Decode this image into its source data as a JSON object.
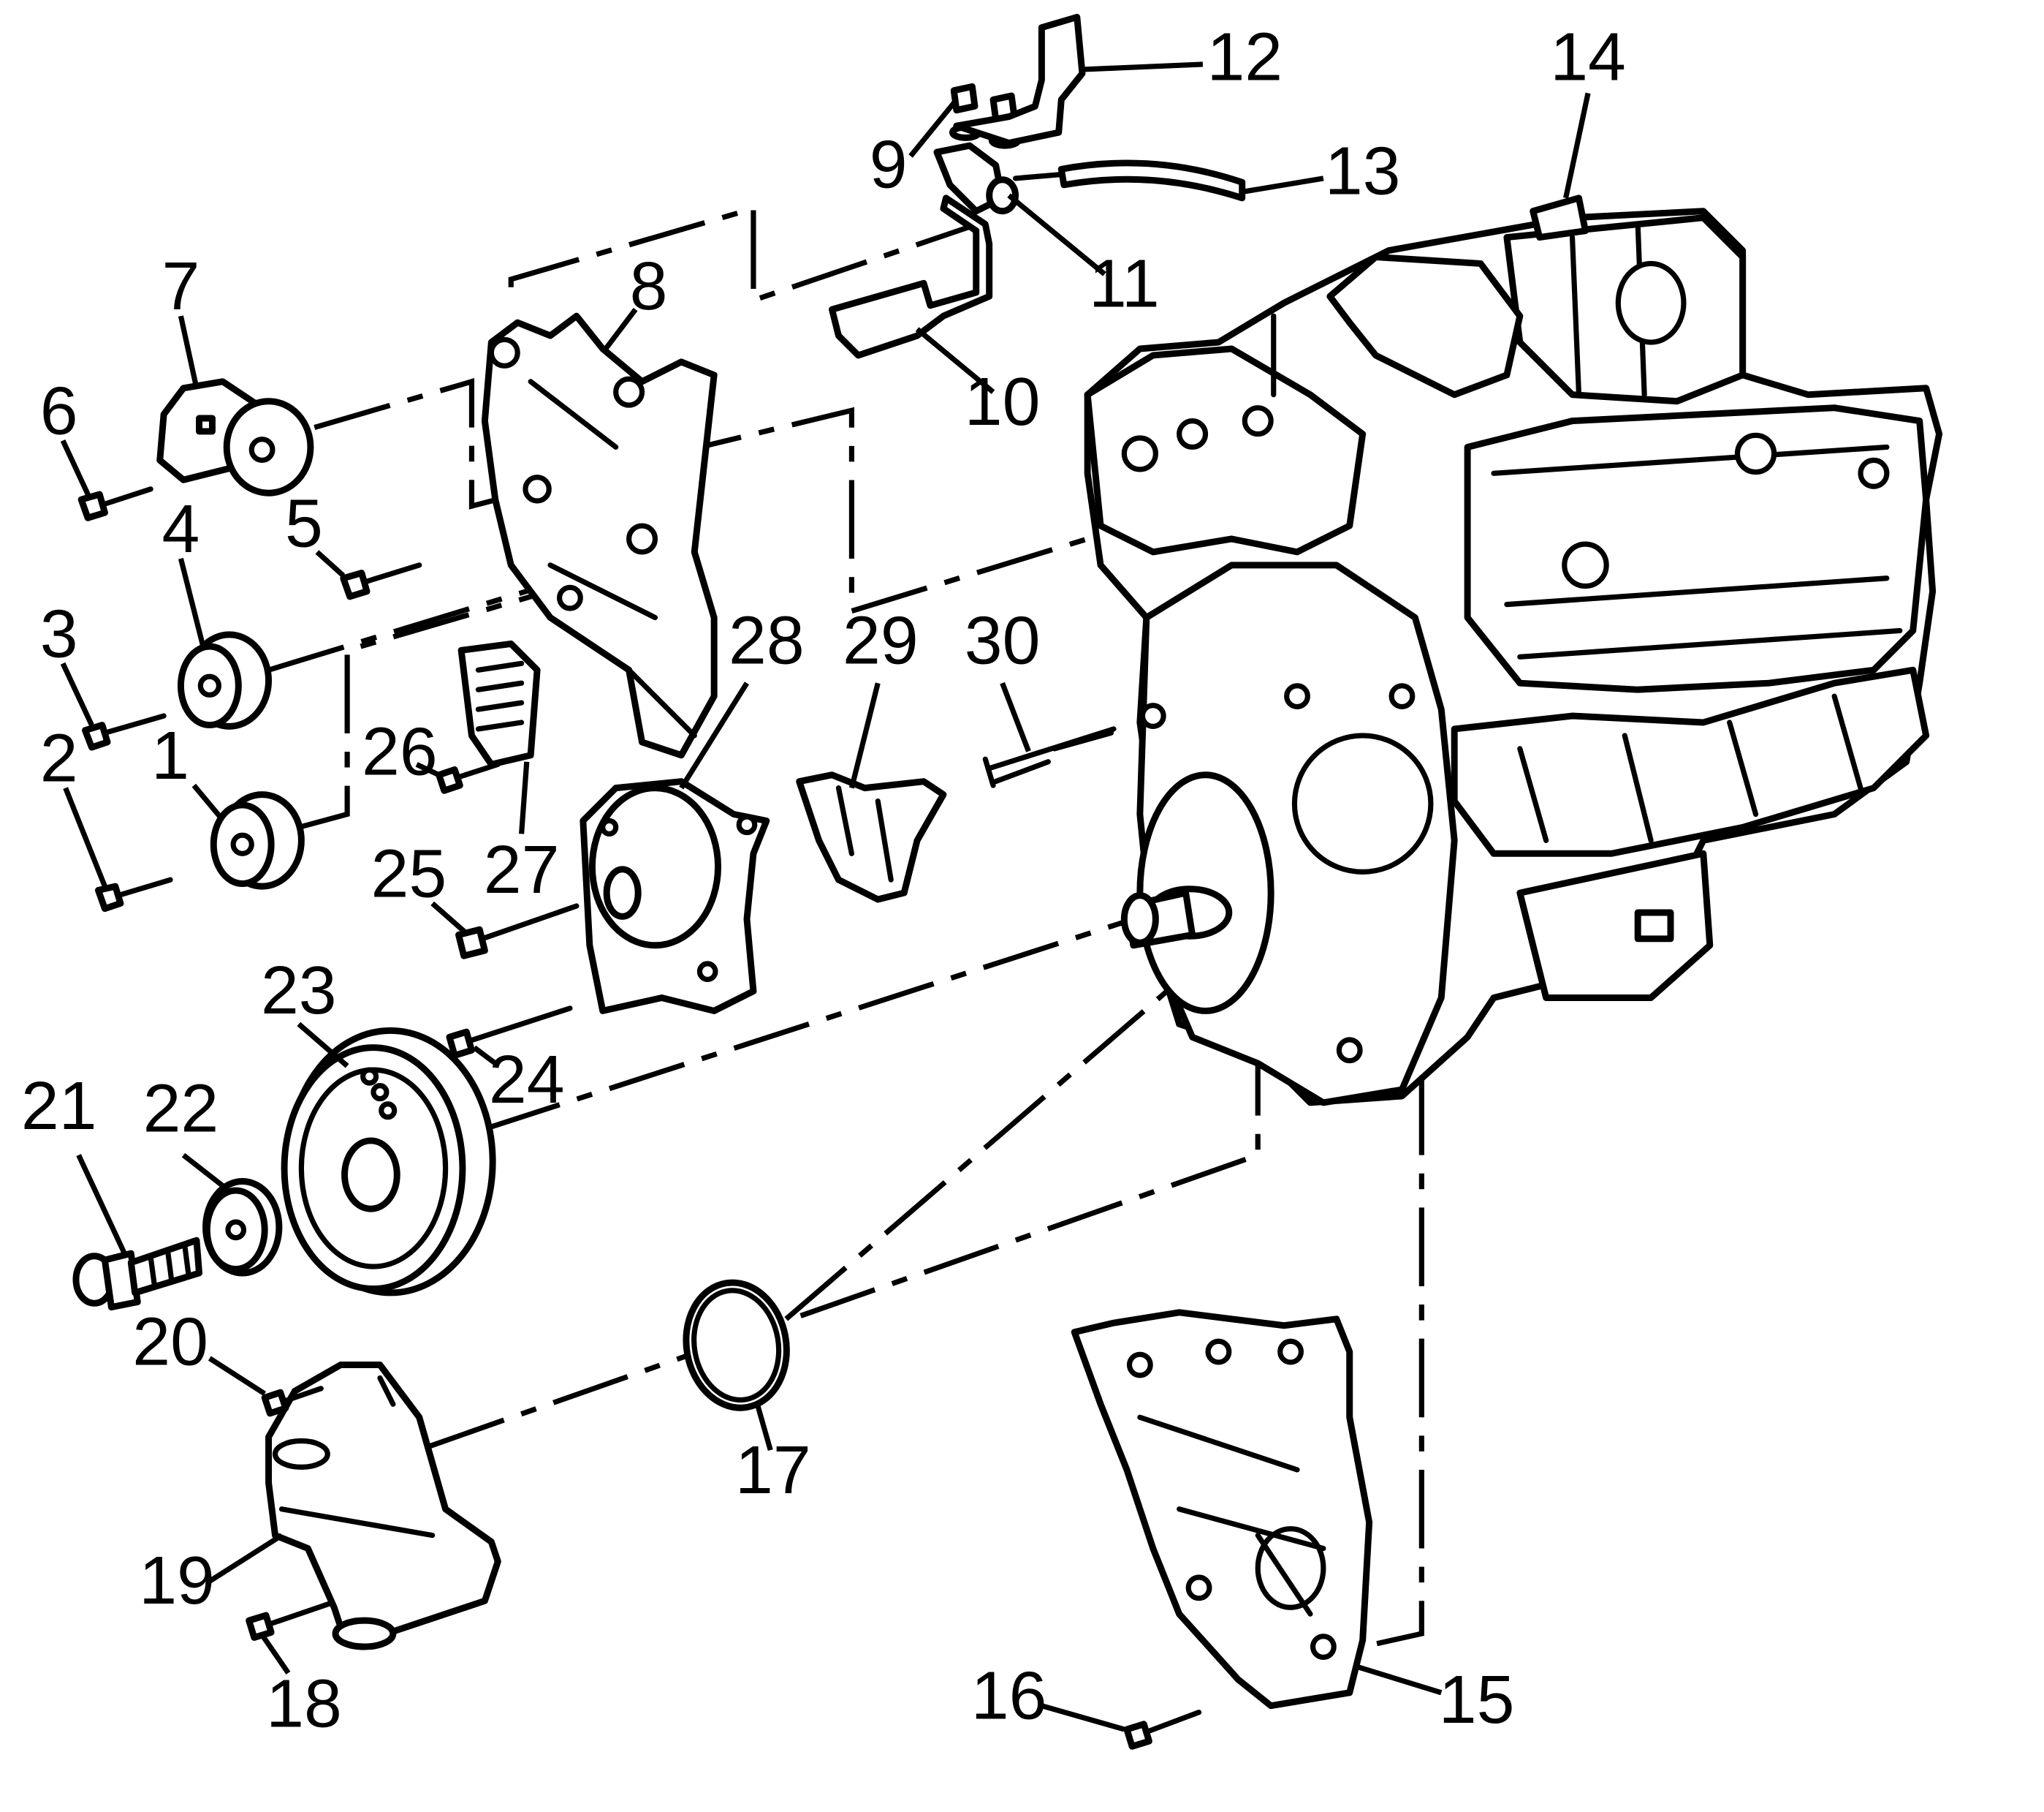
{
  "callouts": [
    {
      "id": "c1",
      "text": "1"
    },
    {
      "id": "c2",
      "text": "2"
    },
    {
      "id": "c3",
      "text": "3"
    },
    {
      "id": "c4",
      "text": "4"
    },
    {
      "id": "c5",
      "text": "5"
    },
    {
      "id": "c6",
      "text": "6"
    },
    {
      "id": "c7",
      "text": "7"
    },
    {
      "id": "c8",
      "text": "8"
    },
    {
      "id": "c9",
      "text": "9"
    },
    {
      "id": "c10",
      "text": "10"
    },
    {
      "id": "c11",
      "text": "11"
    },
    {
      "id": "c12",
      "text": "12"
    },
    {
      "id": "c13",
      "text": "13"
    },
    {
      "id": "c14",
      "text": "14"
    },
    {
      "id": "c15",
      "text": "15"
    },
    {
      "id": "c16",
      "text": "16"
    },
    {
      "id": "c17",
      "text": "17"
    },
    {
      "id": "c18",
      "text": "18"
    },
    {
      "id": "c19",
      "text": "19"
    },
    {
      "id": "c20",
      "text": "20"
    },
    {
      "id": "c21",
      "text": "21"
    },
    {
      "id": "c22",
      "text": "22"
    },
    {
      "id": "c23",
      "text": "23"
    },
    {
      "id": "c24",
      "text": "24"
    },
    {
      "id": "c25",
      "text": "25"
    },
    {
      "id": "c26",
      "text": "26"
    },
    {
      "id": "c27",
      "text": "27"
    },
    {
      "id": "c28",
      "text": "28"
    },
    {
      "id": "c29",
      "text": "29"
    },
    {
      "id": "c30",
      "text": "30"
    }
  ]
}
